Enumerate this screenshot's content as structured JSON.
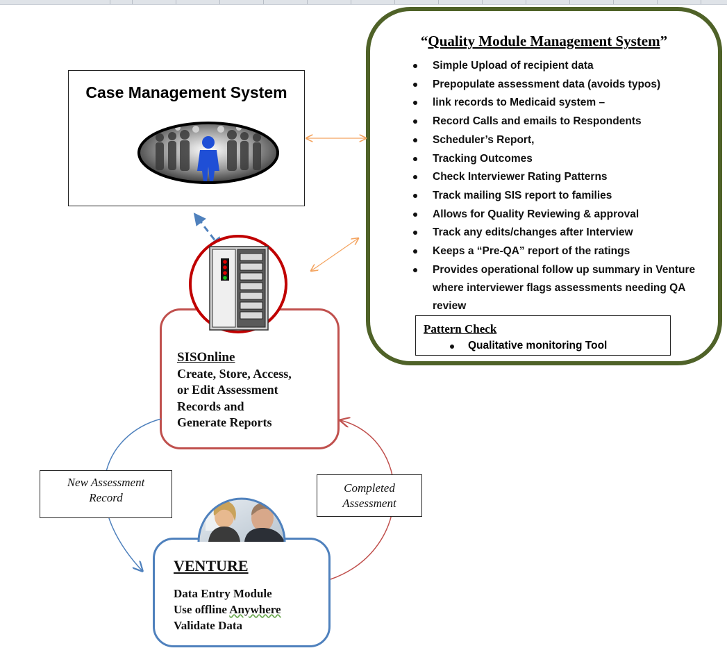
{
  "case_management": {
    "title": "Case Management System",
    "icon": "crowd-person-icon"
  },
  "qms": {
    "title_open": "“",
    "title": "Quality Module  Management System",
    "title_close": "”",
    "items": [
      "Simple Upload of recipient data",
      "Prepopulate assessment data (avoids typos)",
      "link records to Medicaid system –",
      "Record Calls and emails to Respondents",
      "Scheduler’s Report,",
      "Tracking Outcomes",
      "Check Interviewer Rating Patterns",
      "Track mailing SIS report to families",
      "Allows for Quality Reviewing & approval",
      "Track any edits/changes after Interview",
      "Keeps a “Pre-QA” report of the ratings",
      "Provides operational follow up summary in Venture where interviewer flags assessments needing QA review"
    ],
    "pattern_check": {
      "title": "Pattern Check",
      "item": "Qualitative monitoring Tool"
    }
  },
  "sisonline": {
    "title": "SISOnline",
    "lines": [
      "Create, Store, Access,",
      "or Edit Assessment",
      "Records and",
      "Generate Reports"
    ],
    "icon": "server-icon"
  },
  "venture": {
    "title": "VENTURE",
    "lines": [
      "Data Entry Module",
      "Use offline ",
      "Validate Data"
    ],
    "anywhere": "Anywhere",
    "icon": "people-meeting-photo"
  },
  "labels": {
    "new_assessment": [
      "New Assessment",
      "Record"
    ],
    "completed_assessment": [
      "Completed",
      "Assessment"
    ]
  },
  "colors": {
    "qms_border": "#4f6228",
    "sis_border": "#c0504d",
    "venture_border": "#4f81bd",
    "connector": "#f4a460"
  }
}
